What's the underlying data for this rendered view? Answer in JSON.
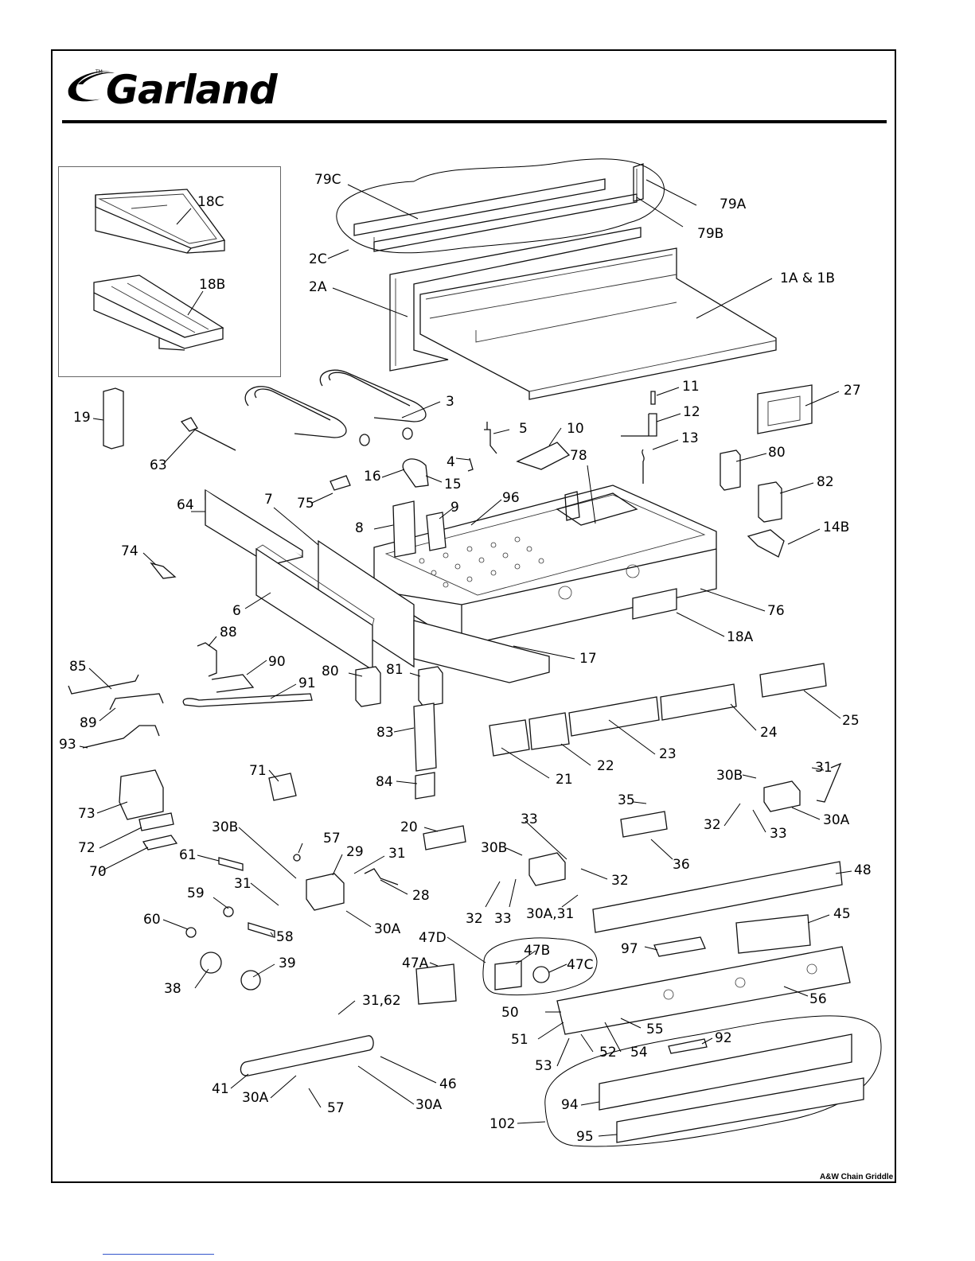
{
  "header": {
    "brand": "Garland",
    "brand_mark": "Garland swoosh logo"
  },
  "caption": "A&W Chain Griddle",
  "callouts": [
    {
      "id": "c79C",
      "text": "79C"
    },
    {
      "id": "c79A",
      "text": "79A"
    },
    {
      "id": "c79B",
      "text": "79B"
    },
    {
      "id": "c18C",
      "text": "18C"
    },
    {
      "id": "c18B",
      "text": "18B"
    },
    {
      "id": "c2C",
      "text": "2C"
    },
    {
      "id": "c2A",
      "text": "2A"
    },
    {
      "id": "c1A1B",
      "text": "1A  &  1B"
    },
    {
      "id": "c3",
      "text": "3"
    },
    {
      "id": "c11",
      "text": "11"
    },
    {
      "id": "c27",
      "text": "27"
    },
    {
      "id": "c12",
      "text": "12"
    },
    {
      "id": "c19",
      "text": "19"
    },
    {
      "id": "c5",
      "text": "5"
    },
    {
      "id": "c10",
      "text": "10"
    },
    {
      "id": "c13",
      "text": "13"
    },
    {
      "id": "c63",
      "text": "63"
    },
    {
      "id": "c4",
      "text": "4"
    },
    {
      "id": "c78",
      "text": "78"
    },
    {
      "id": "c80a",
      "text": "80"
    },
    {
      "id": "c16",
      "text": "16"
    },
    {
      "id": "c15",
      "text": "15"
    },
    {
      "id": "c82",
      "text": "82"
    },
    {
      "id": "c75",
      "text": "75"
    },
    {
      "id": "c64",
      "text": "64"
    },
    {
      "id": "c7",
      "text": "7"
    },
    {
      "id": "c9",
      "text": "9"
    },
    {
      "id": "c96",
      "text": "96"
    },
    {
      "id": "c14B",
      "text": "14B"
    },
    {
      "id": "c8",
      "text": "8"
    },
    {
      "id": "c74",
      "text": "74"
    },
    {
      "id": "c76",
      "text": "76"
    },
    {
      "id": "c6",
      "text": "6"
    },
    {
      "id": "c18A",
      "text": "18A"
    },
    {
      "id": "c88",
      "text": "88"
    },
    {
      "id": "c17",
      "text": "17"
    },
    {
      "id": "c85",
      "text": "85"
    },
    {
      "id": "c90",
      "text": "90"
    },
    {
      "id": "c80b",
      "text": "80"
    },
    {
      "id": "c81",
      "text": "81"
    },
    {
      "id": "c91",
      "text": "91"
    },
    {
      "id": "c25",
      "text": "25"
    },
    {
      "id": "c89",
      "text": "89"
    },
    {
      "id": "c24",
      "text": "24"
    },
    {
      "id": "c83",
      "text": "83"
    },
    {
      "id": "c93",
      "text": "93"
    },
    {
      "id": "c23",
      "text": "23"
    },
    {
      "id": "c22",
      "text": "22"
    },
    {
      "id": "c71",
      "text": "71"
    },
    {
      "id": "c21",
      "text": "21"
    },
    {
      "id": "c84",
      "text": "84"
    },
    {
      "id": "c30B_r",
      "text": "30B"
    },
    {
      "id": "c31_r",
      "text": "31"
    },
    {
      "id": "c73",
      "text": "73"
    },
    {
      "id": "c35",
      "text": "35"
    },
    {
      "id": "c32_r",
      "text": "32"
    },
    {
      "id": "c33_r",
      "text": "33"
    },
    {
      "id": "c30A_r",
      "text": "30A"
    },
    {
      "id": "c33_m",
      "text": "33"
    },
    {
      "id": "c20",
      "text": "20"
    },
    {
      "id": "c30B_l",
      "text": "30B"
    },
    {
      "id": "c57_t",
      "text": "57"
    },
    {
      "id": "c72",
      "text": "72"
    },
    {
      "id": "c30B_m",
      "text": "30B"
    },
    {
      "id": "c36",
      "text": "36"
    },
    {
      "id": "c29",
      "text": "29"
    },
    {
      "id": "c31_l",
      "text": "31"
    },
    {
      "id": "c61",
      "text": "61"
    },
    {
      "id": "c70",
      "text": "70"
    },
    {
      "id": "c32_m",
      "text": "32"
    },
    {
      "id": "c48",
      "text": "48"
    },
    {
      "id": "c31_ll",
      "text": "31"
    },
    {
      "id": "c28",
      "text": "28"
    },
    {
      "id": "c59",
      "text": "59"
    },
    {
      "id": "c32_mm",
      "text": "32"
    },
    {
      "id": "c33_mm",
      "text": "33"
    },
    {
      "id": "c30A31",
      "text": "30A,31"
    },
    {
      "id": "c45",
      "text": "45"
    },
    {
      "id": "c60",
      "text": "60"
    },
    {
      "id": "c30A_l",
      "text": "30A"
    },
    {
      "id": "c58",
      "text": "58"
    },
    {
      "id": "c97",
      "text": "97"
    },
    {
      "id": "c39",
      "text": "39"
    },
    {
      "id": "c47D",
      "text": "47D"
    },
    {
      "id": "c47B",
      "text": "47B"
    },
    {
      "id": "c38",
      "text": "38"
    },
    {
      "id": "c47A",
      "text": "47A"
    },
    {
      "id": "c47C",
      "text": "47C"
    },
    {
      "id": "c56",
      "text": "56"
    },
    {
      "id": "c3162",
      "text": "31,62"
    },
    {
      "id": "c50",
      "text": "50"
    },
    {
      "id": "c55",
      "text": "55"
    },
    {
      "id": "c92",
      "text": "92"
    },
    {
      "id": "c51",
      "text": "51"
    },
    {
      "id": "c52",
      "text": "52"
    },
    {
      "id": "c54",
      "text": "54"
    },
    {
      "id": "c53",
      "text": "53"
    },
    {
      "id": "c46",
      "text": "46"
    },
    {
      "id": "c41",
      "text": "41"
    },
    {
      "id": "c94",
      "text": "94"
    },
    {
      "id": "c30A_b1",
      "text": "30A"
    },
    {
      "id": "c30A_b2",
      "text": "30A"
    },
    {
      "id": "c57_b",
      "text": "57"
    },
    {
      "id": "c102",
      "text": "102"
    },
    {
      "id": "c95",
      "text": "95"
    }
  ]
}
